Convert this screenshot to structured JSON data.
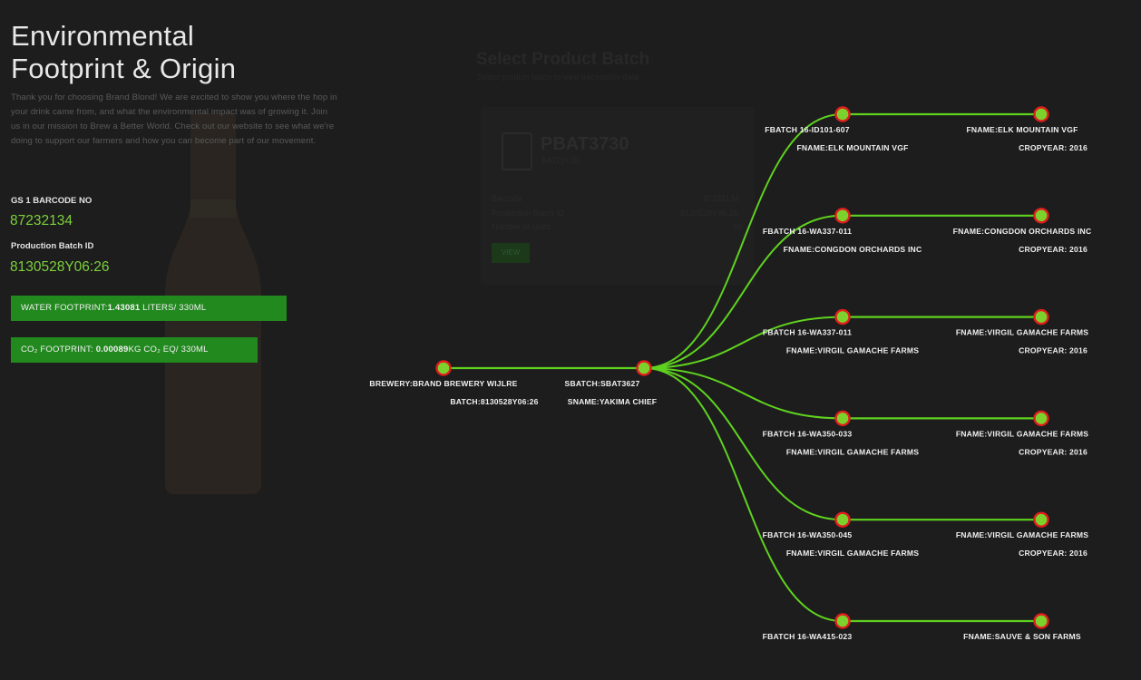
{
  "panel": {
    "title_line1": "Environmental",
    "title_line2": "Footprint & Origin",
    "intro": "Thank you for choosing Brand Blond! We are excited to show you where the hop in your drink came from, and what the environmental impact was of growing it. Join us in our mission to Brew a Better World. Check out our website to see what we're doing to support our farmers and how you can become part of our movement.",
    "barcode_label": "GS 1 BARCODE NO",
    "barcode_value": "87232134",
    "batch_label": "Production Batch ID",
    "batch_value": "8130528Y06:26",
    "water_prefix": "WATER FOOTPRINT:",
    "water_value": "1.43081",
    "water_unit": " LITERS/ 330ML",
    "co2_prefix": "CO₂ FOOTPRINT: ",
    "co2_value": "0.00089",
    "co2_unit": "KG CO₂ EQ/ 330ML"
  },
  "background_card": {
    "heading": "Select Product Batch",
    "subheading": "Select product batch to view traceability data",
    "code": "PBAT3730",
    "code_sub": "BATCH ID",
    "rows": [
      {
        "label": "Barcode",
        "value": "87232134"
      },
      {
        "label": "Production Batch ID",
        "value": "8130528Y06:26"
      },
      {
        "label": "Number of Units",
        "value": "60"
      }
    ],
    "button": "VIEW"
  },
  "graph": {
    "colors": {
      "edge": "#5fd21f",
      "node_fill": "#7cd12c",
      "node_stroke": "#e11d1d"
    },
    "root": {
      "line1": "BREWERY:BRAND BREWERY WIJLRE",
      "line2": "BATCH:8130528Y06:26"
    },
    "hub": {
      "line1": "SBATCH:SBAT3627",
      "line2": "SNAME:YAKIMA CHIEF"
    },
    "branches": [
      {
        "batch": "FBATCH 16-ID101-607",
        "farm_left": "FNAME:ELK MOUNTAIN VGF",
        "farm_right": "FNAME:ELK MOUNTAIN VGF",
        "crop": "CROPYEAR: 2016"
      },
      {
        "batch": "FBATCH 16-WA337-011",
        "farm_left": "FNAME:CONGDON ORCHARDS INC",
        "farm_right": "FNAME:CONGDON ORCHARDS INC",
        "crop": "CROPYEAR: 2016"
      },
      {
        "batch": "FBATCH 16-WA337-011",
        "farm_left": "FNAME:VIRGIL GAMACHE FARMS",
        "farm_right": "FNAME:VIRGIL GAMACHE FARMS",
        "crop": "CROPYEAR: 2016"
      },
      {
        "batch": "FBATCH 16-WA350-033",
        "farm_left": "FNAME:VIRGIL GAMACHE FARMS",
        "farm_right": "FNAME:VIRGIL GAMACHE FARMS",
        "crop": "CROPYEAR: 2016"
      },
      {
        "batch": "FBATCH 16-WA350-045",
        "farm_left": "FNAME:VIRGIL GAMACHE FARMS",
        "farm_right": "FNAME:VIRGIL GAMACHE FARMS",
        "crop": "CROPYEAR: 2016"
      },
      {
        "batch": "FBATCH 16-WA415-023",
        "farm_left": "",
        "farm_right": "FNAME:SAUVE & SON FARMS",
        "crop": ""
      }
    ]
  }
}
